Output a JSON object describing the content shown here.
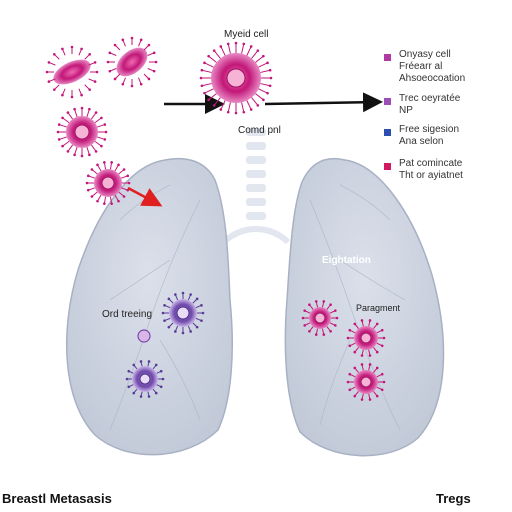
{
  "labels": {
    "top_cell": "Myeid cell",
    "trachea": "Comd pnl",
    "right_lung": "Eightation",
    "left_cluster": "Ord treeing",
    "right_cluster": "Paragment",
    "bottom_left": "Breastl Metasasis",
    "bottom_right": "Tregs"
  },
  "legend": [
    {
      "line1": "Onyasy cell",
      "line2": "Fréearr al",
      "line3": "Ahsoeocoation",
      "color": "#b03aa0"
    },
    {
      "line1": "Trec oeyratée",
      "line2": "NP",
      "color": "#9a4fb8"
    },
    {
      "line1": "Free sigesion",
      "line2": "Ana selon",
      "color": "#2b4fb0"
    },
    {
      "line1": "Pat comincate",
      "line2": "Tht or ayiatnet",
      "color": "#d01a60"
    }
  ],
  "colors": {
    "lung_fill": "#cdd3e0",
    "lung_stroke": "#9aa6bb",
    "magenta": "#c4167a",
    "pink": "#e23a8e",
    "purple": "#6a48a8",
    "arrow_red": "#e02020"
  }
}
